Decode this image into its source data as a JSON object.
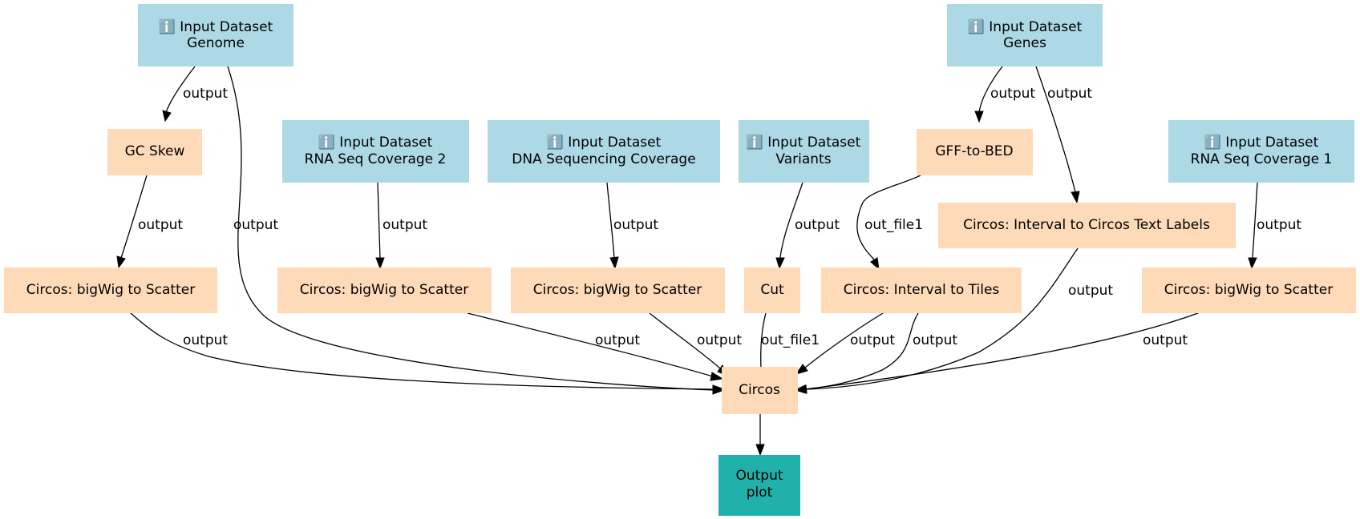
{
  "colors": {
    "input": "#add8e6",
    "tool": "#ffdab9",
    "output": "#20b2aa",
    "edge": "#000000"
  },
  "nodes": {
    "genome": {
      "icon": "ℹ️",
      "line1": "Input Dataset",
      "line2": "Genome"
    },
    "genes": {
      "icon": "ℹ️",
      "line1": "Input Dataset",
      "line2": "Genes"
    },
    "rna2": {
      "icon": "ℹ️",
      "line1": "Input Dataset",
      "line2": "RNA Seq Coverage 2"
    },
    "dna": {
      "icon": "ℹ️",
      "line1": "Input Dataset",
      "line2": "DNA Sequencing Coverage"
    },
    "variants": {
      "icon": "ℹ️",
      "line1": "Input Dataset",
      "line2": "Variants"
    },
    "rna1": {
      "icon": "ℹ️",
      "line1": "Input Dataset",
      "line2": "RNA Seq Coverage 1"
    },
    "gcskew": {
      "label": "GC Skew"
    },
    "gff2bed": {
      "label": "GFF-to-BED"
    },
    "textlabels": {
      "label": "Circos: Interval to Circos Text Labels"
    },
    "scatter_gc": {
      "label": "Circos: bigWig to Scatter"
    },
    "scatter_rna2": {
      "label": "Circos: bigWig to Scatter"
    },
    "scatter_dna": {
      "label": "Circos: bigWig to Scatter"
    },
    "cut": {
      "label": "Cut"
    },
    "tiles": {
      "label": "Circos: Interval to Tiles"
    },
    "scatter_rna1": {
      "label": "Circos: bigWig to Scatter"
    },
    "circos": {
      "label": "Circos"
    },
    "output": {
      "line1": "Output",
      "line2": "plot"
    }
  },
  "edges": {
    "genome_gcskew": "output",
    "genome_circos": "output",
    "genes_gff2bed": "output",
    "genes_textlabels": "output",
    "gcskew_scatter": "output",
    "rna2_scatter": "output",
    "dna_scatter": "output",
    "variants_cut": "output",
    "gff2bed_tiles": "out_file1",
    "rna1_scatter": "output",
    "scatter_gc_circos": "output",
    "scatter_rna2_circos": "output",
    "scatter_dna_circos": "output",
    "cut_circos": "out_file1",
    "tiles_circos_a": "output",
    "tiles_circos_b": "output",
    "textlabels_circos": "output",
    "scatter_rna1_circos": "output"
  }
}
